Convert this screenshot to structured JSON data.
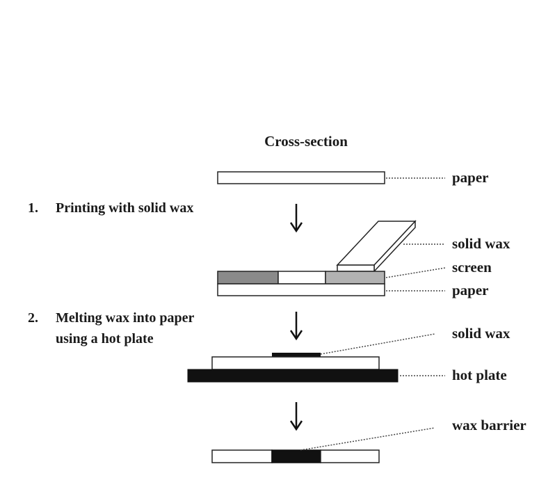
{
  "diagram": {
    "title": "Cross-section",
    "steps": [
      {
        "number": "1.",
        "text_lines": [
          "Printing with solid wax"
        ]
      },
      {
        "number": "2.",
        "text_lines": [
          "Melting wax into paper",
          "using a hot plate"
        ]
      }
    ],
    "labels": {
      "paper_top": "paper",
      "solid_wax_1": "solid wax",
      "screen": "screen",
      "paper_2": "paper",
      "solid_wax_2": "solid wax",
      "hot_plate": "hot plate",
      "wax_barrier": "wax barrier"
    },
    "colors": {
      "stroke": "#222222",
      "screen_dark": "#8a8a8a",
      "screen_light": "#b2b2b2",
      "wax": "#111111",
      "paper": "#ffffff"
    }
  }
}
